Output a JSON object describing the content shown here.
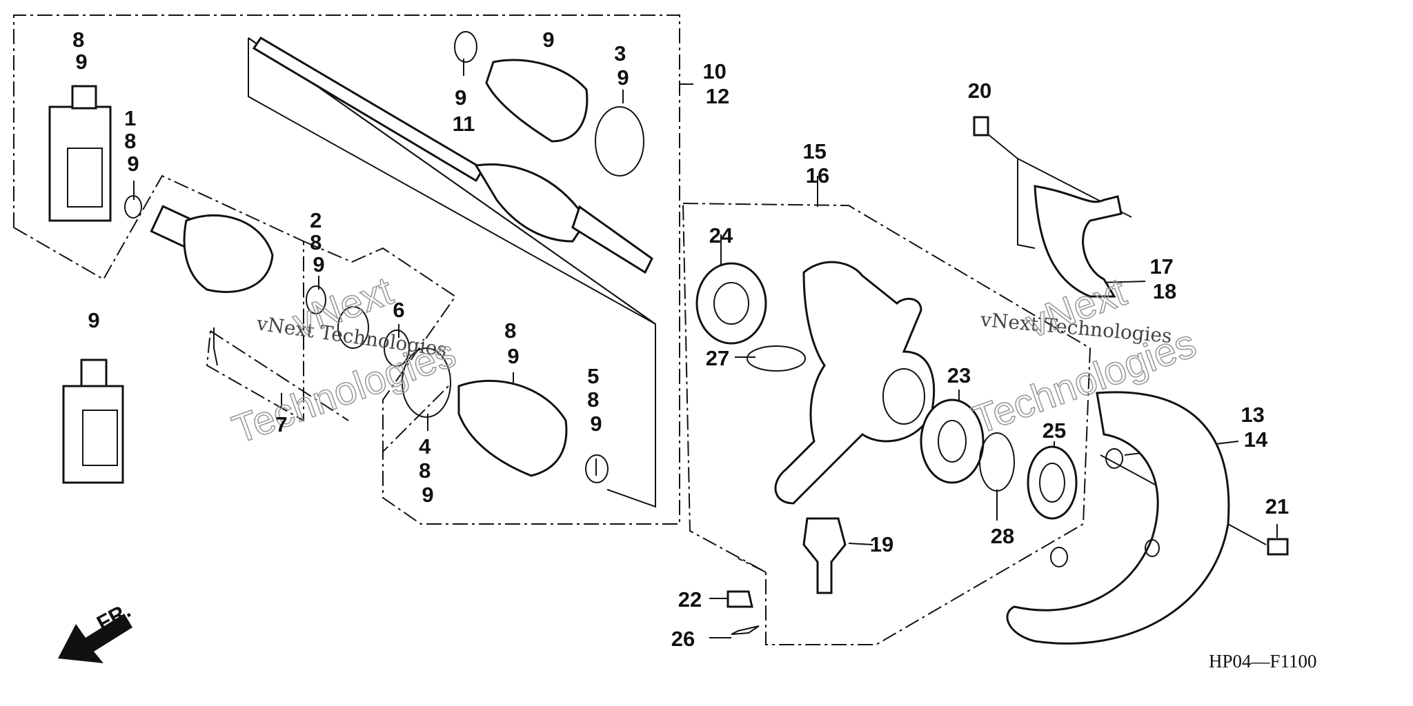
{
  "diagram_code": "HP04—F1100",
  "direction_label": "FR.",
  "watermark": {
    "line1": "vNext Technologies",
    "line2": "vNext",
    "line3": "Technologies"
  },
  "callouts": {
    "c1": [
      "8",
      "9"
    ],
    "c2": [
      "1",
      "8",
      "9"
    ],
    "c3": [
      "9"
    ],
    "c4": [
      "2",
      "8",
      "9"
    ],
    "c5": [
      "6"
    ],
    "c6": [
      "7"
    ],
    "c7": [
      "9",
      "11"
    ],
    "c8": [
      "9"
    ],
    "c9": [
      "3",
      "9"
    ],
    "c10": [
      "10",
      "12"
    ],
    "c11": [
      "8",
      "9"
    ],
    "c12": [
      "4",
      "8",
      "9"
    ],
    "c13": [
      "5",
      "8",
      "9"
    ],
    "c14": [
      "20"
    ],
    "c15": [
      "15",
      "16"
    ],
    "c16": [
      "17",
      "18"
    ],
    "c17": [
      "24"
    ],
    "c18": [
      "27"
    ],
    "c19": [
      "23"
    ],
    "c20": [
      "25"
    ],
    "c21": [
      "28"
    ],
    "c22": [
      "13",
      "14"
    ],
    "c23": [
      "21"
    ],
    "c24": [
      "19"
    ],
    "c25": [
      "22"
    ],
    "c26": [
      "26"
    ]
  }
}
